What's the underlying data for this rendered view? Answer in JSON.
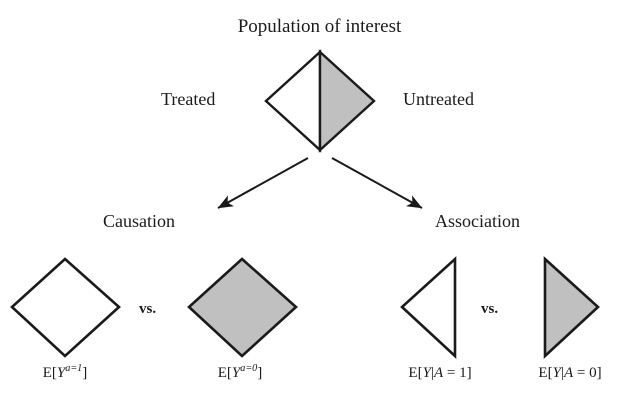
{
  "diagram": {
    "title": "Population of interest",
    "top_node": {
      "left_half_label": "Treated",
      "right_half_label": "Untreated",
      "left_half_fill": "#ffffff",
      "right_half_fill": "#c0c0c0"
    },
    "branches": [
      {
        "label": "Causation"
      },
      {
        "label": "Association"
      }
    ],
    "comparisons": [
      {
        "branch": "Causation",
        "vs_label": "vs.",
        "left_shape": {
          "type": "diamond",
          "fill": "#ffffff"
        },
        "right_shape": {
          "type": "diamond",
          "fill": "#c0c0c0"
        },
        "left_math": {
          "prefix": "E[",
          "var": "Y",
          "sup": "a=1",
          "suffix": "]"
        },
        "right_math": {
          "prefix": "E[",
          "var": "Y",
          "sup": "a=0",
          "suffix": "]"
        }
      },
      {
        "branch": "Association",
        "vs_label": "vs.",
        "left_shape": {
          "type": "half-diamond-left",
          "fill": "#ffffff"
        },
        "right_shape": {
          "type": "half-diamond-right",
          "fill": "#c0c0c0"
        },
        "left_math": {
          "prefix": "E[",
          "var": "Y",
          "bar": "|",
          "cond": "A",
          "eq": " = 1",
          "suffix": "]"
        },
        "right_math": {
          "prefix": "E[",
          "var": "Y",
          "bar": "|",
          "cond": "A",
          "eq": " = 0",
          "suffix": "]"
        }
      }
    ],
    "colors": {
      "stroke": "#1a1a1a",
      "gray_fill": "#c0c0c0",
      "white_fill": "#ffffff",
      "background": "#ffffff"
    }
  }
}
